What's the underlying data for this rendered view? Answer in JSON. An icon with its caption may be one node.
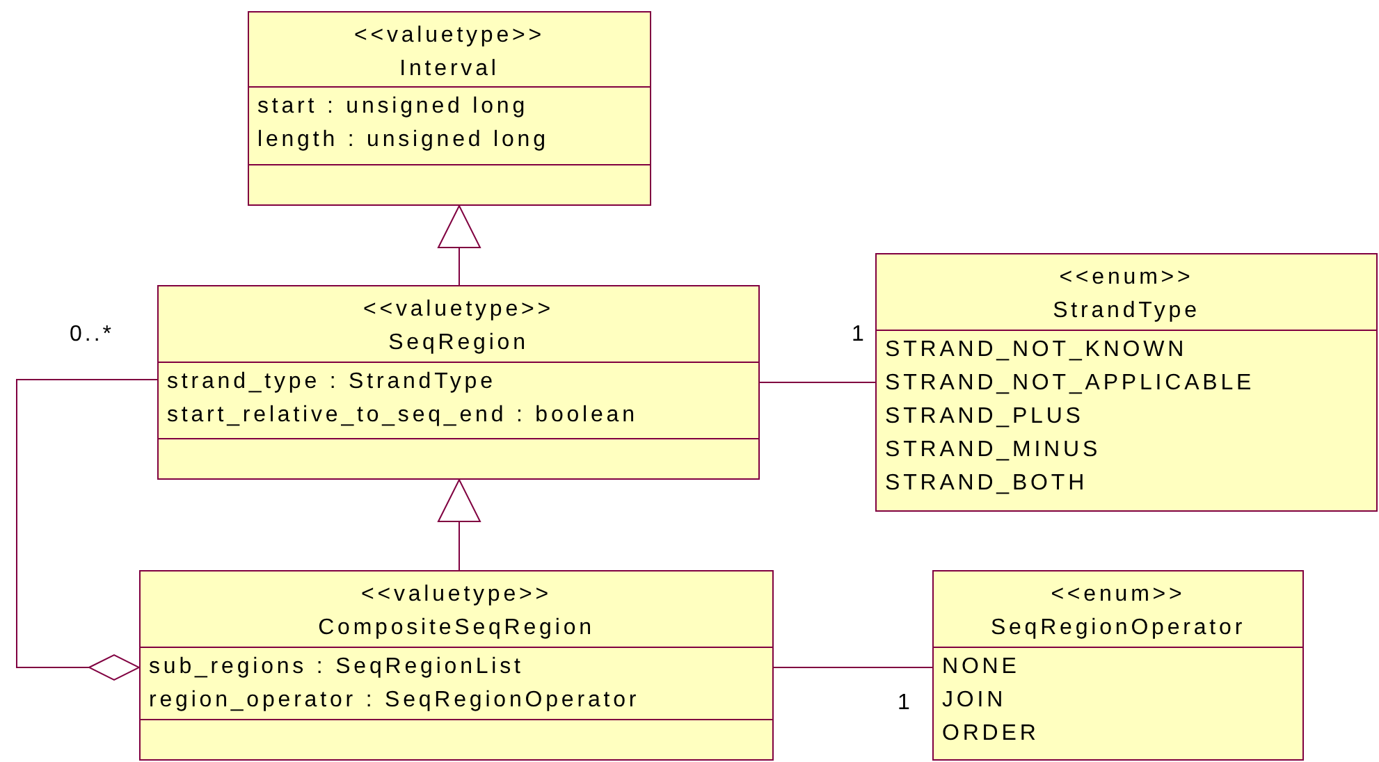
{
  "diagram": {
    "nodes": [
      {
        "text": [
          "<<valuetype>>",
          "Interval",
          "start : unsigned long",
          "length : unsigned long"
        ]
      },
      {
        "text": [
          "<<valuetype>>",
          "SeqRegion",
          "strand_type : StrandType",
          "start_relative_to_seq_end : boolean"
        ]
      },
      {
        "text": [
          "<<enum>>",
          "StrandType",
          "STRAND_NOT_KNOWN",
          "STRAND_NOT_APPLICABLE",
          "STRAND_PLUS",
          "STRAND_MINUS",
          "STRAND_BOTH"
        ]
      },
      {
        "text": [
          "<<valuetype>>",
          "CompositeSeqRegion",
          "sub_regions : SeqRegionList",
          "region_operator : SeqRegionOperator"
        ]
      },
      {
        "text": [
          "<<enum>>",
          "SeqRegionOperator",
          "NONE",
          "JOIN",
          "ORDER"
        ]
      }
    ],
    "edges": [
      {
        "from": 1,
        "to": 0,
        "arrow": "to"
      },
      {
        "from": 3,
        "to": 1,
        "arrow": "to"
      },
      {
        "from": 1,
        "to": 2,
        "arrow": "none"
      },
      {
        "from": 3,
        "to": 4,
        "arrow": "none"
      },
      {
        "from": 1,
        "to": 3,
        "arrow": "other"
      }
    ],
    "labels": [
      "0..*",
      "1",
      "1"
    ]
  }
}
